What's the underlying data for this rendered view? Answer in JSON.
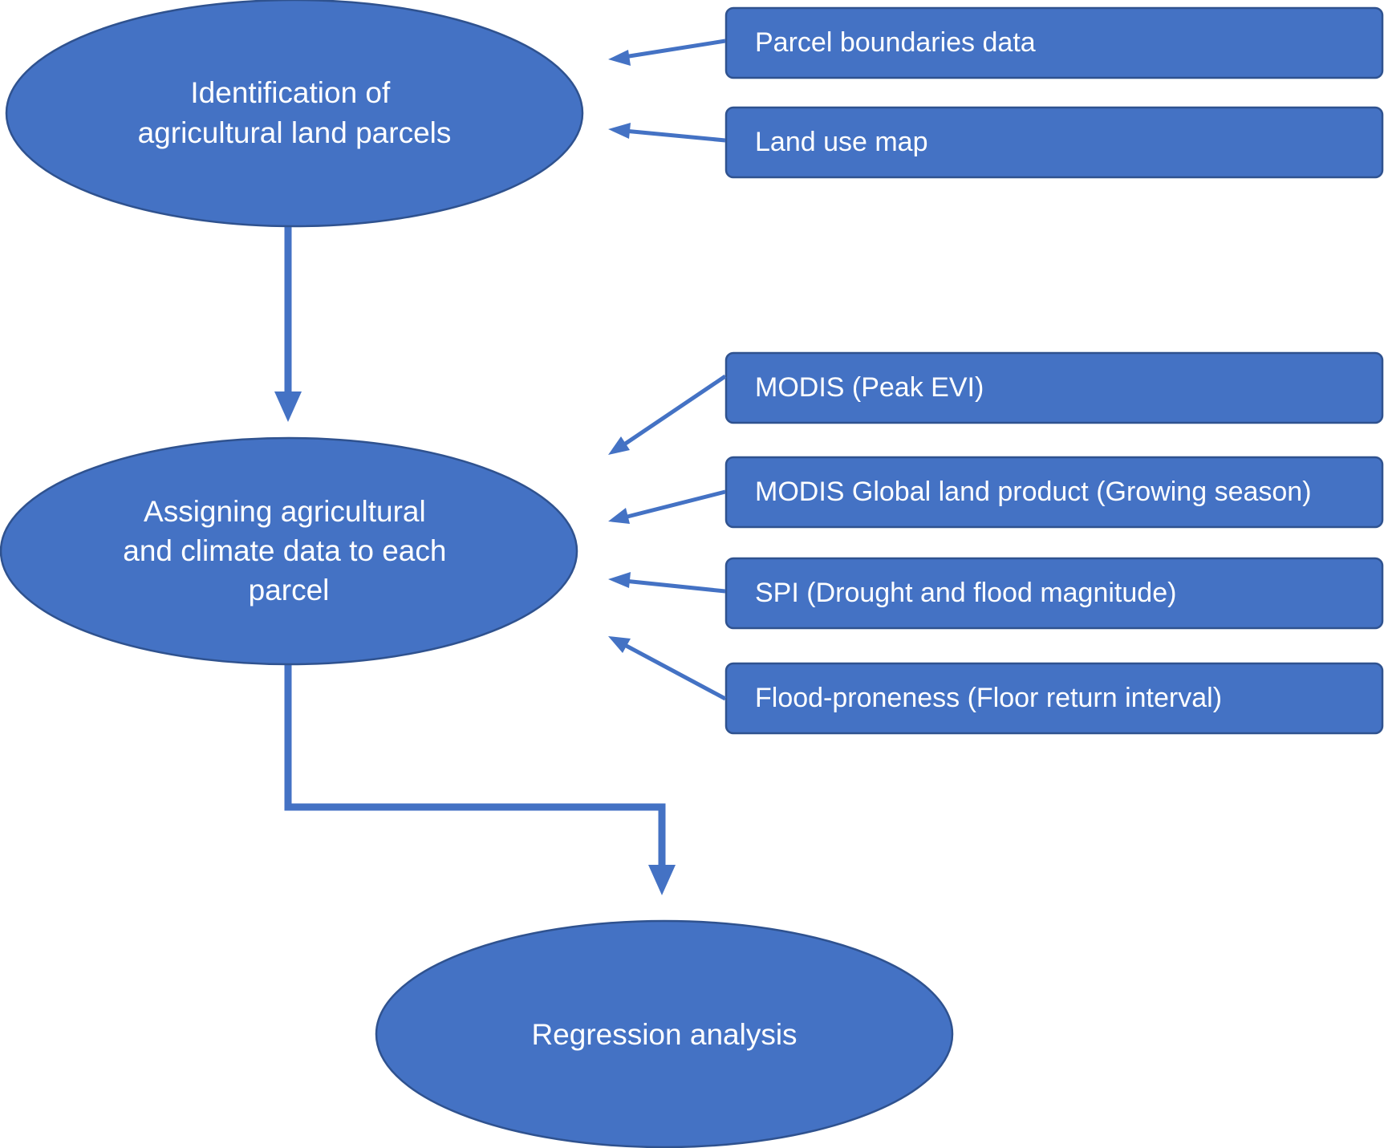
{
  "colors": {
    "fill": "#4472C4",
    "stroke": "#2F528F",
    "line": "#4472C4"
  },
  "nodes": {
    "identification": {
      "lines": [
        "Identification of",
        "agricultural land parcels"
      ]
    },
    "assigning": {
      "lines": [
        "Assigning agricultural",
        "and climate data to each",
        "parcel"
      ]
    },
    "regression": {
      "lines": [
        "Regression analysis"
      ]
    }
  },
  "inputs": {
    "parcel_boundaries": "Parcel boundaries data",
    "land_use": "Land use map",
    "modis_peak_evi": "MODIS (Peak EVI)",
    "modis_growing_season": "MODIS Global land product (Growing season)",
    "spi": "SPI (Drought and flood magnitude)",
    "flood_proneness": "Flood-proneness (Floor return interval)"
  }
}
